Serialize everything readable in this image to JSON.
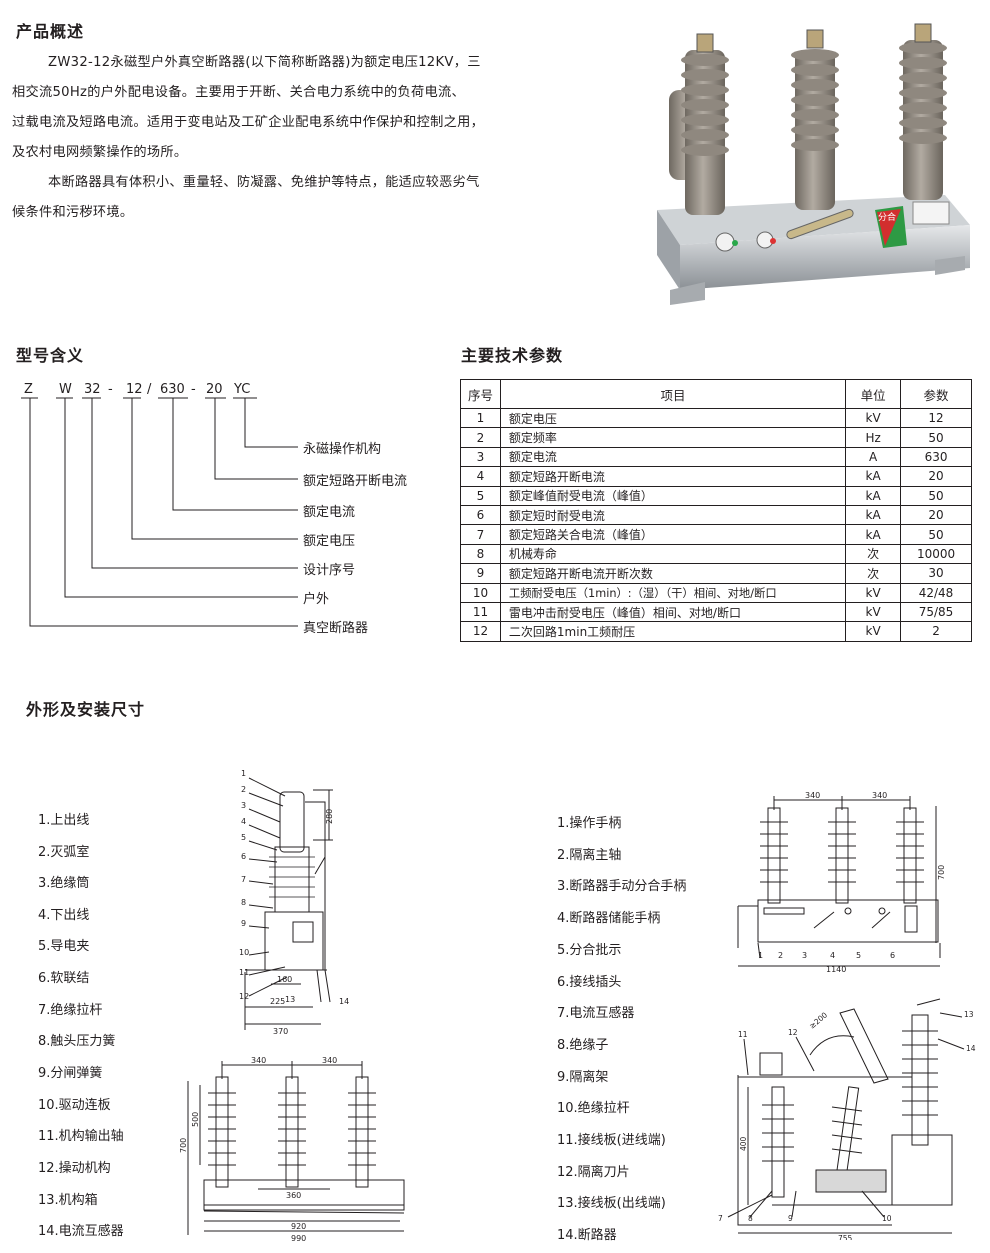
{
  "overview": {
    "heading": "产品概述",
    "lines": [
      "ZW32-12永磁型户外真空断路器(以下简称断路器)为额定电压12KV，三",
      "相交流50Hz的户外配电设备。主要用于开断、关合电力系统中的负荷电流、",
      "过载电流及短路电流。适用于变电站及工矿企业配电系统中作保护和控制之用，",
      "及农村电网频繁操作的场所。",
      "本断路器具有体积小、重量轻、防凝露、免维护等特点，能适应较恶劣气",
      "候条件和污秽环境。"
    ],
    "photo_label": "分合"
  },
  "model": {
    "heading": "型号含义",
    "code": [
      "Z",
      "W",
      "32",
      "-",
      "12",
      "/",
      "630",
      "-",
      "20",
      "YC"
    ],
    "meanings": [
      "永磁操作机构",
      "额定短路开断电流",
      "额定电流",
      "额定电压",
      "设计序号",
      "户外",
      "真空断路器"
    ]
  },
  "params": {
    "heading": "主要技术参数",
    "headers": [
      "序号",
      "项目",
      "单位",
      "参数"
    ],
    "rows": [
      [
        "1",
        "额定电压",
        "kV",
        "12"
      ],
      [
        "2",
        "额定频率",
        "Hz",
        "50"
      ],
      [
        "3",
        "额定电流",
        "A",
        "630"
      ],
      [
        "4",
        "额定短路开断电流",
        "kA",
        "20"
      ],
      [
        "5",
        "额定峰值耐受电流（峰值）",
        "kA",
        "50"
      ],
      [
        "6",
        "额定短时耐受电流",
        "kA",
        "20"
      ],
      [
        "7",
        "额定短路关合电流（峰值）",
        "kA",
        "50"
      ],
      [
        "8",
        "机械寿命",
        "次",
        "10000"
      ],
      [
        "9",
        "额定短路开断电流开断次数",
        "次",
        "30"
      ],
      [
        "10",
        "工频耐受电压（1min）:（湿）（干）相间、对地/断口",
        "kV",
        "42/48"
      ],
      [
        "11",
        "雷电冲击耐受电压（峰值）相间、对地/断口",
        "kV",
        "75/85"
      ],
      [
        "12",
        "二次回路1min工频耐压",
        "kV",
        "2"
      ]
    ]
  },
  "dims": {
    "heading": "外形及安装尺寸",
    "left_parts": [
      "1.上出线",
      "2.灭弧室",
      "3.绝缘筒",
      "4.下出线",
      "5.导电夹",
      "6.软联结",
      "7.绝缘拉杆",
      "8.触头压力簧",
      "9.分闸弹簧",
      "10.驱动连板",
      "11.机构输出轴",
      "12.操动机构",
      "13.机构箱",
      "14.电流互感器"
    ],
    "right_parts": [
      "1.操作手柄",
      "2.隔离主轴",
      "3.断路器手动分合手柄",
      "4.断路器储能手柄",
      "5.分合批示",
      "6.接线插头",
      "7.电流互感器",
      "8.绝缘子",
      "9.隔离架",
      "10.绝缘拉杆",
      "11.接线板(进线端)",
      "12.隔离刀片",
      "13.接线板(出线端)",
      "14.断路器"
    ],
    "side_labels": [
      "1",
      "2",
      "3",
      "4",
      "5",
      "6",
      "7",
      "8",
      "9",
      "10",
      "11",
      "12",
      "13",
      "14"
    ],
    "side_dims": [
      "280",
      "160",
      "225",
      "370"
    ],
    "front_dims": [
      "340",
      "340",
      "500",
      "700",
      "360",
      "920",
      "990"
    ],
    "iso_dims": [
      "340",
      "340",
      "700",
      "1140"
    ],
    "iso_labels": [
      "1",
      "2",
      "3",
      "4",
      "5",
      "6"
    ],
    "dis_labels": [
      "11",
      "12",
      "13",
      "14",
      "7",
      "8",
      "9",
      "10"
    ],
    "dis_dims": [
      "≥200",
      "400",
      "755"
    ]
  }
}
